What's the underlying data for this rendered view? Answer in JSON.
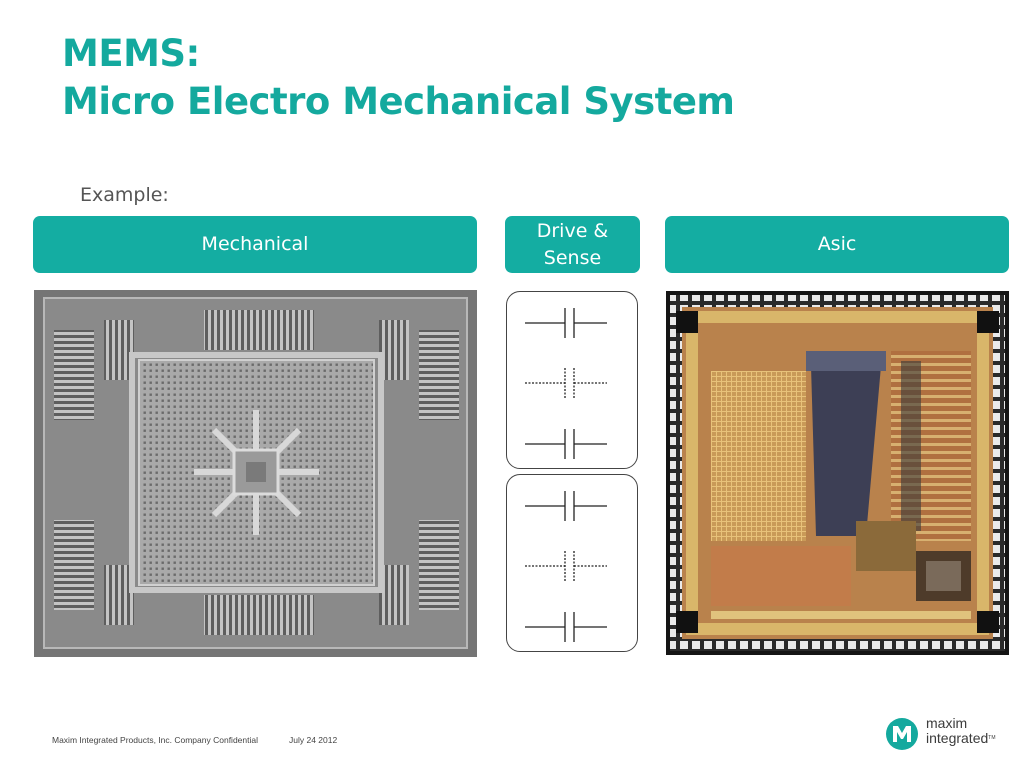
{
  "slide": {
    "title_line1": "MEMS:",
    "title_line2": "Micro Electro Mechanical System",
    "example_label": "Example:"
  },
  "columns": {
    "mechanical": "Mechanical",
    "drive_sense": "Drive & Sense",
    "asic": "Asic"
  },
  "images": {
    "mechanical": "mems-sem-image",
    "asic": "asic-die-photo",
    "drive_sense": "capacitor-symbols"
  },
  "footer": {
    "company": "Maxim Integrated Products, Inc. Company Confidential",
    "date": "July 24 2012"
  },
  "logo": {
    "line1": "maxim",
    "line2": "integrated",
    "tm": "TM"
  },
  "colors": {
    "accent": "#14a99e",
    "header_box": "#14ada2"
  }
}
